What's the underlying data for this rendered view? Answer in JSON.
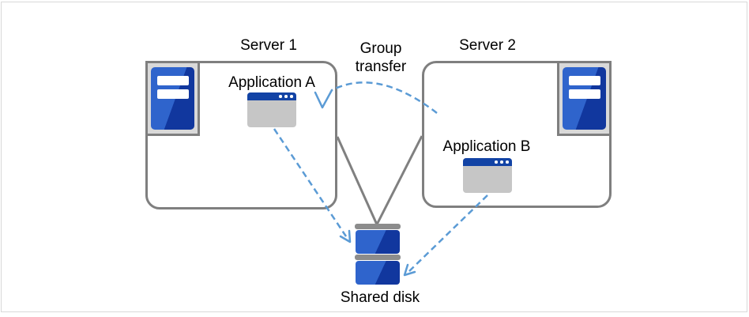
{
  "diagram": {
    "server1": {
      "label": "Server 1",
      "application": "Application A"
    },
    "server2": {
      "label": "Server 2",
      "application": "Application B"
    },
    "group_transfer_label": "Group transfer",
    "shared_disk_label": "Shared disk",
    "connections": [
      {
        "from": "Application A",
        "to": "Shared disk",
        "style": "dashed-arrow"
      },
      {
        "from": "Application B",
        "to": "Shared disk",
        "style": "dashed-arrow"
      },
      {
        "from": "Server 2",
        "to": "Server 1",
        "style": "dashed-curved-arrow",
        "label": "Group transfer"
      },
      {
        "from": "Server 1",
        "to": "Shared disk",
        "style": "solid-line"
      },
      {
        "from": "Server 2",
        "to": "Shared disk",
        "style": "solid-line"
      }
    ],
    "colors": {
      "box_border": "#7f7f7f",
      "icon_blue_light": "#2f64cc",
      "icon_blue_dark": "#11379e",
      "titlebar_blue": "#1243a5",
      "window_body_gray": "#c6c6c6",
      "icon_bg_gray": "#d9d9d9",
      "disk_bar_gray": "#8c8c8c",
      "connector_gray": "#808080",
      "arrow_blue": "#5b9bd5",
      "text": "#000000"
    }
  }
}
